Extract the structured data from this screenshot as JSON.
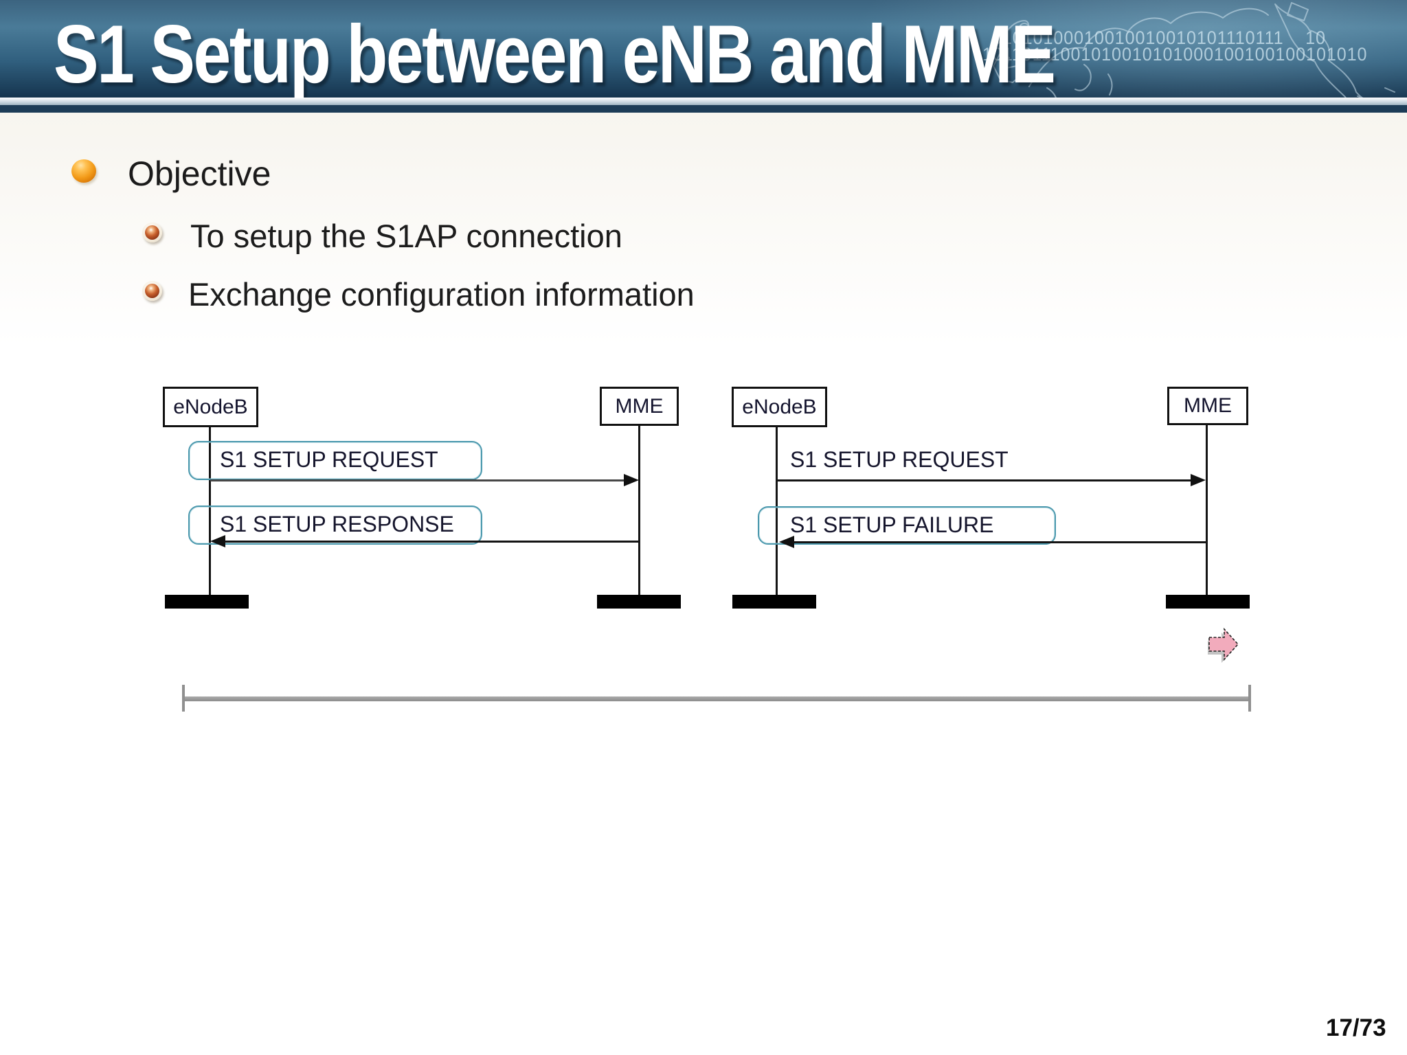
{
  "slide": {
    "title": "S1 Setup between eNB and MME",
    "page_number": "17/73"
  },
  "decor": {
    "binary_row1": "01010100010010010010101110111    10",
    "binary_row2": "10110111001010010101000100100100101010"
  },
  "objective": {
    "bullet": "Objective",
    "sub_bullets": [
      "To setup the S1AP connection",
      "Exchange configuration information"
    ]
  },
  "diagrams": {
    "success": {
      "left_actor": "eNodeB",
      "right_actor": "MME",
      "msg_request": "S1 SETUP REQUEST",
      "msg_response": "S1 SETUP RESPONSE"
    },
    "failure": {
      "left_actor": "eNodeB",
      "right_actor": "MME",
      "msg_request": "S1 SETUP REQUEST",
      "msg_response": "S1 SETUP FAILURE"
    }
  },
  "colors": {
    "header_top": "#3c6480",
    "header_mid": "#4a7b98",
    "header_bottom": "#15344e",
    "accent_teal": "#4a98ad",
    "arrow_pink": "#f2abbc",
    "timeline_gray": "#999999",
    "text_dark": "#15152c"
  }
}
